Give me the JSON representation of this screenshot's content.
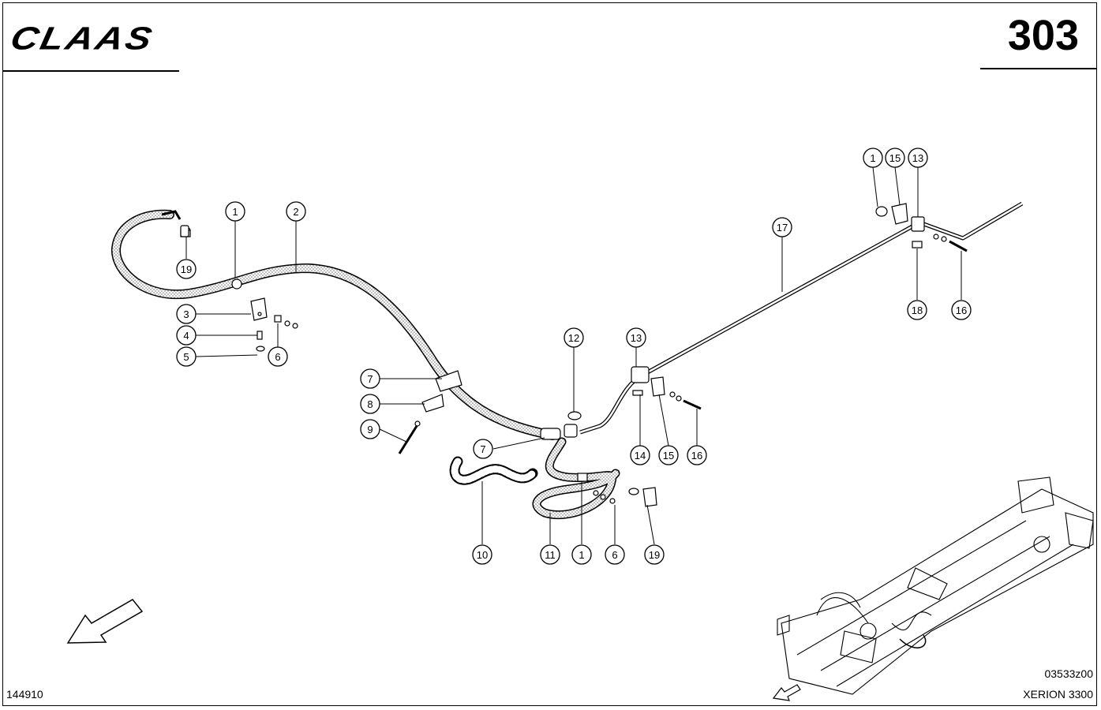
{
  "header": {
    "brand": "CLAAS",
    "page_number": "303"
  },
  "footer": {
    "left_code": "144910",
    "drawing_code": "03533z00",
    "model": "XERION 3300"
  },
  "callouts": [
    {
      "label": "1"
    },
    {
      "label": "2"
    },
    {
      "label": "19"
    },
    {
      "label": "3"
    },
    {
      "label": "4"
    },
    {
      "label": "5"
    },
    {
      "label": "6"
    },
    {
      "label": "7"
    },
    {
      "label": "8"
    },
    {
      "label": "9"
    },
    {
      "label": "7"
    },
    {
      "label": "10"
    },
    {
      "label": "11"
    },
    {
      "label": "1"
    },
    {
      "label": "6"
    },
    {
      "label": "19"
    },
    {
      "label": "12"
    },
    {
      "label": "13"
    },
    {
      "label": "14"
    },
    {
      "label": "15"
    },
    {
      "label": "16"
    },
    {
      "label": "17"
    },
    {
      "label": "1"
    },
    {
      "label": "15"
    },
    {
      "label": "13"
    },
    {
      "label": "18"
    },
    {
      "label": "16"
    }
  ],
  "icons": {
    "direction_arrow": "direction-arrow-icon",
    "brand_logo": "claas-logo"
  }
}
